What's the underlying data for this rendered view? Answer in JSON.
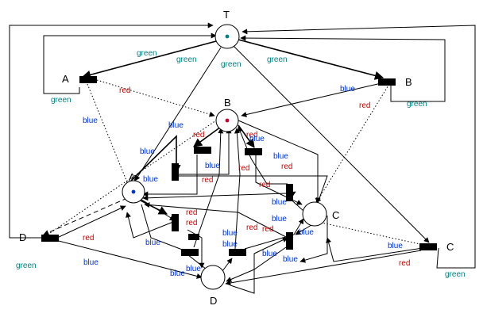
{
  "colors": {
    "green": "#008080",
    "red": "#cc0000",
    "blue": "#0033cc",
    "line": "#000000",
    "token_T": "#008080",
    "token_B": "#cc0033",
    "token_A": "#0033cc"
  },
  "places": {
    "T": "T",
    "B": "B",
    "A": "A",
    "C": "C",
    "D": "D"
  },
  "transitions": {
    "A": "A",
    "B": "B",
    "C": "C",
    "D": "D"
  },
  "arc_labels": {
    "green": "green",
    "red": "red",
    "blue": "blue"
  }
}
